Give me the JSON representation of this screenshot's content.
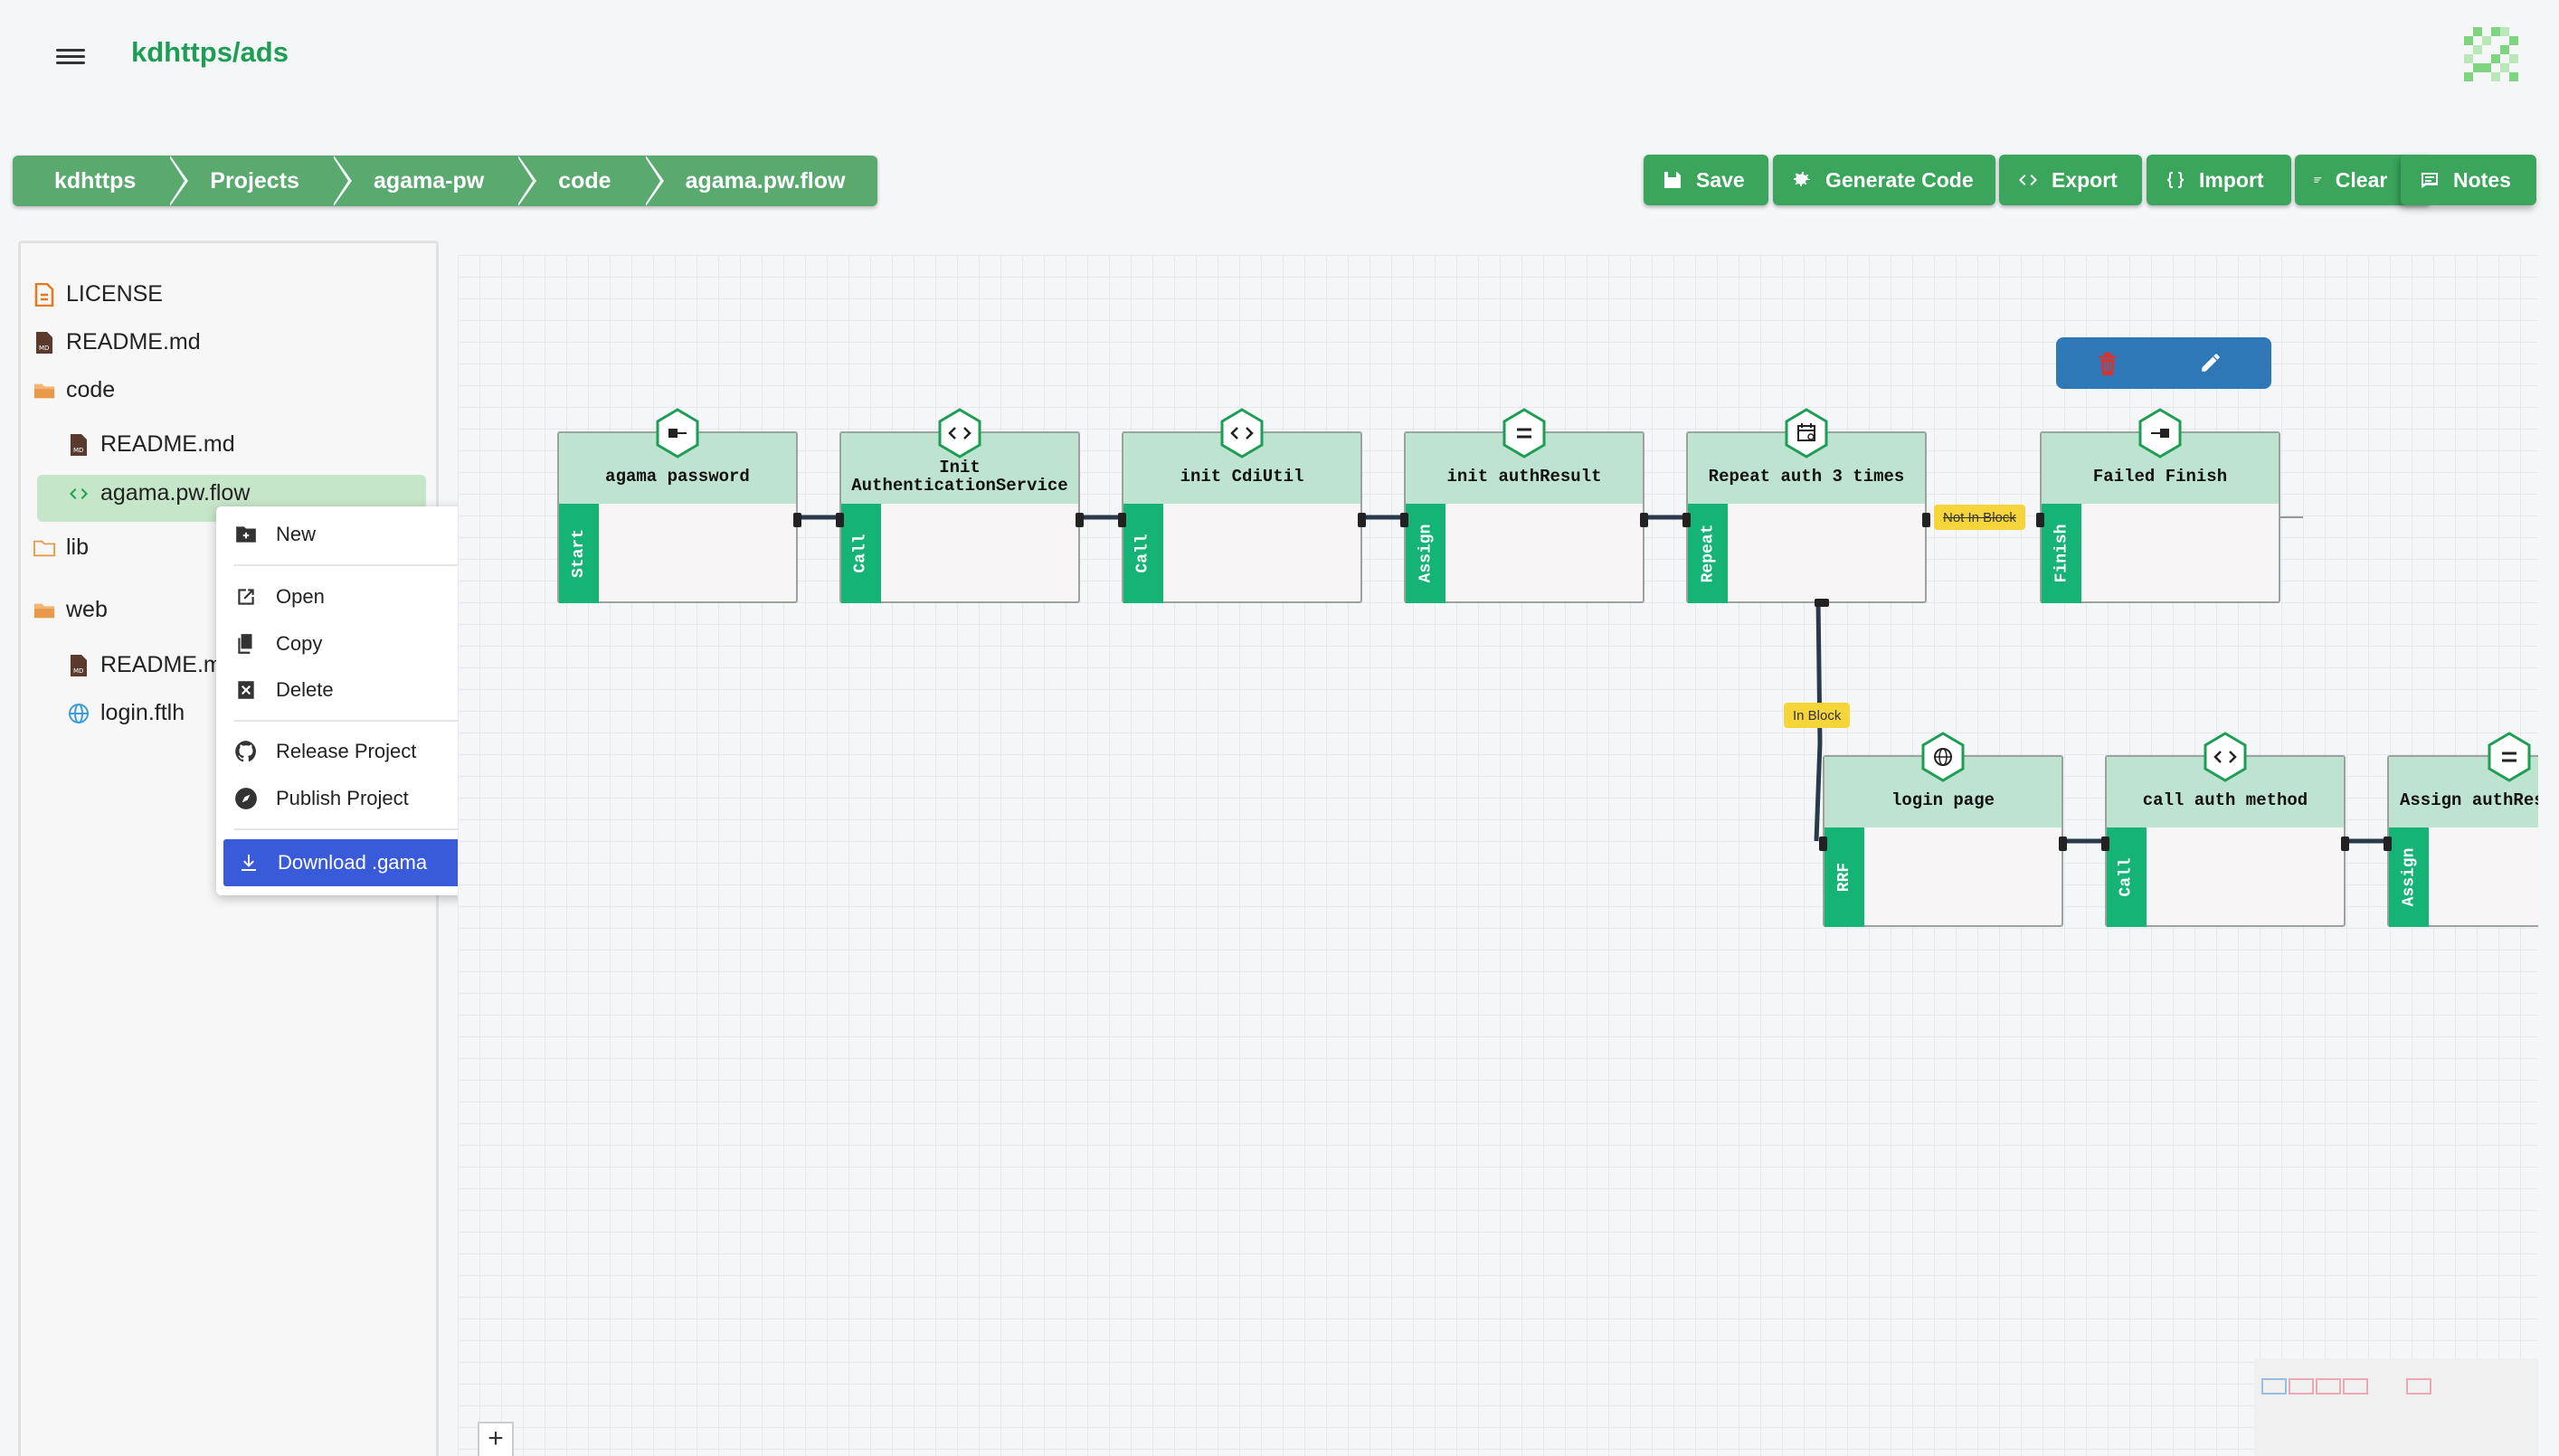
{
  "header": {
    "title": "kdhttps/ads",
    "menu_icon": "hamburger-menu-icon",
    "avatar_icon": "user-avatar-icon"
  },
  "breadcrumb": [
    "kdhttps",
    "Projects",
    "agama-pw",
    "code",
    "agama.pw.flow"
  ],
  "toolbar": {
    "save": "Save",
    "generate": "Generate Code",
    "export": "Export",
    "import": "Import",
    "clear": "Clear",
    "notes": "Notes",
    "notes_chevron": "›"
  },
  "sidebar": {
    "items": [
      {
        "label": "LICENSE",
        "icon": "file-icon"
      },
      {
        "label": "README.md",
        "icon": "markdown-file-icon"
      },
      {
        "label": "code",
        "icon": "folder-icon"
      },
      {
        "label": "README.md",
        "icon": "markdown-file-icon"
      },
      {
        "label": "agama.pw.flow",
        "icon": "code-icon"
      },
      {
        "label": "lib",
        "icon": "folder-icon"
      },
      {
        "label": "web",
        "icon": "folder-icon"
      },
      {
        "label": "README.m",
        "icon": "markdown-file-icon"
      },
      {
        "label": "login.ftlh",
        "icon": "globe-icon"
      }
    ]
  },
  "context_menu": {
    "new": "New",
    "new_chevron": "›",
    "open": "Open",
    "copy": "Copy",
    "delete": "Delete",
    "release": "Release Project",
    "publish": "Publish Project",
    "download": "Download .gama"
  },
  "nodes": [
    {
      "title": "agama password",
      "type": "Start",
      "icon": "start-icon"
    },
    {
      "title": "Init AuthenticationService",
      "type": "Call",
      "icon": "code-icon"
    },
    {
      "title": "init CdiUtil",
      "type": "Call",
      "icon": "code-icon"
    },
    {
      "title": "init authResult",
      "type": "Assign",
      "icon": "equals-icon"
    },
    {
      "title": "Repeat auth 3 times",
      "type": "Repeat",
      "icon": "repeat-icon"
    },
    {
      "title": "Failed Finish",
      "type": "Finish",
      "icon": "finish-icon"
    },
    {
      "title": "login page",
      "type": "RRF",
      "icon": "globe-icon"
    },
    {
      "title": "call auth method",
      "type": "Call",
      "icon": "code-icon"
    },
    {
      "title": "Assign authRes",
      "type": "Assign",
      "icon": "equals-icon"
    }
  ],
  "edges": {
    "not_in_block": "Not In Block",
    "in_block": "In Block"
  },
  "canvas": {
    "zoom_in": "+",
    "delete_icon": "trash-icon",
    "edit_icon": "pencil-icon"
  },
  "colors": {
    "brand": "#1e9e54",
    "button": "#3aa55b",
    "node_side": "#16b377",
    "node_head": "#bfe3d1",
    "selection": "#3a5bd9",
    "edge_label": "#f6d53b"
  }
}
